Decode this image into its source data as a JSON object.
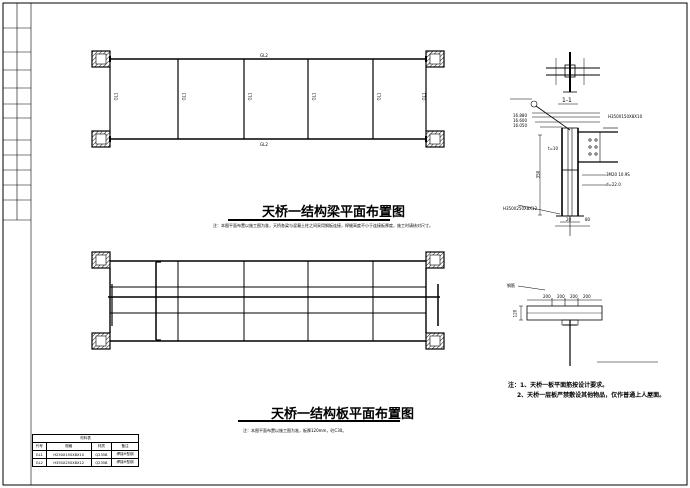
{
  "plan1": {
    "title": "天桥一结构梁平面布置图",
    "note": "注：本图平面布置以施工图为准，天桥各梁与混凝土柱之间采用钢板连接，焊缝高度不小于连接板厚度，施工时请核对尺寸。",
    "beam_top": "GL2",
    "beam_bottom": "GL2",
    "verticals": [
      "GL1",
      "GL1",
      "GL1",
      "GL1",
      "GL1",
      "GL1"
    ]
  },
  "plan2": {
    "title": "天桥一结构板平面布置图",
    "note": "注：本图平面布置以施工图为准，板厚120mm，砼C30。"
  },
  "section1": {
    "label": "1-1",
    "levels": [
      "16.880",
      "16.600",
      "16.050"
    ],
    "callout_top": "H350X150X8X10",
    "callout_bottom": "H350X250X8X12",
    "dim_t": "t=10",
    "bolt": "3M20 10.9S",
    "bolt_d": "d=22.0",
    "dim_h": "350",
    "dims_bottom": [
      "20",
      "80"
    ]
  },
  "section2": {
    "callout": "钢筋",
    "dim": "120",
    "dims_top": [
      "200",
      "200",
      "200",
      "200"
    ]
  },
  "notes": {
    "items": [
      "注：1、天桥一板平面筋按设计要求。",
      "2、天桥一层板严禁敷设其他物品，仅作普通上人屋面。"
    ]
  },
  "material_table": {
    "title": "材料表",
    "headers": [
      "代号",
      "规格",
      "材质",
      "备注"
    ],
    "rows": [
      [
        "GL1",
        "H250X150X8X10",
        "Q235B",
        "焊接H型钢"
      ],
      [
        "GL2",
        "H350X250X8X12",
        "Q235B",
        "焊接H型钢"
      ]
    ]
  }
}
